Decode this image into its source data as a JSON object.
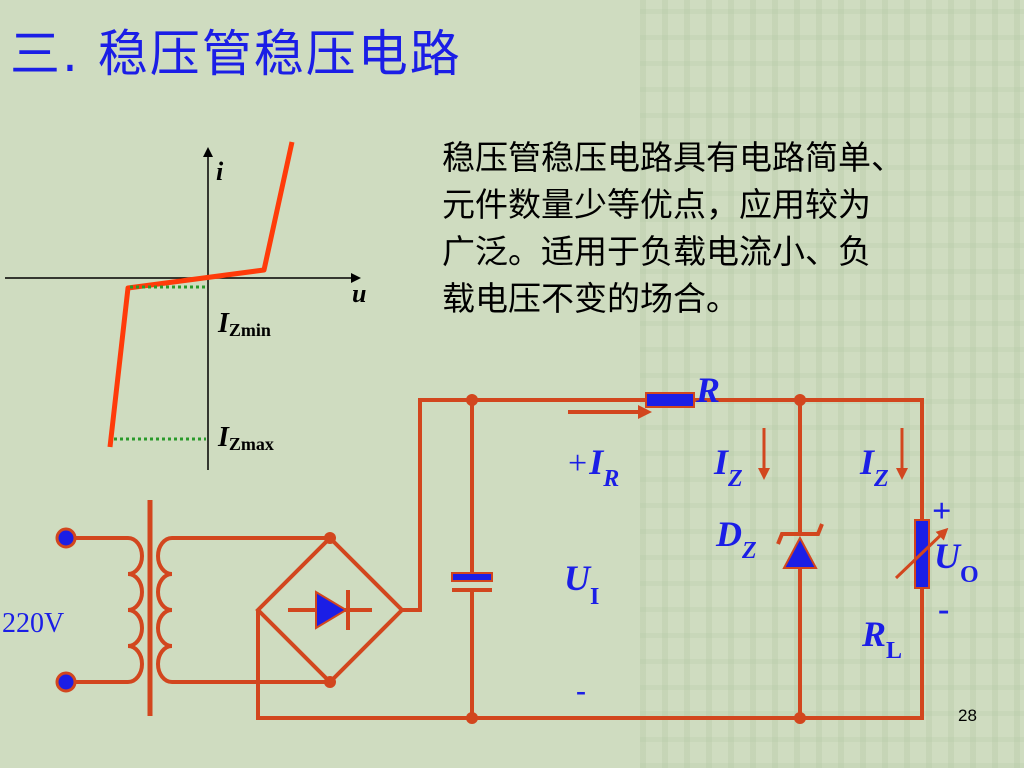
{
  "slide": {
    "title": "三.  稳压管稳压电路",
    "description_lines": [
      "稳压管稳压电路具有电路简单、",
      "元件数量少等优点，应用较为",
      "广泛。适用于负载电流小、负",
      "载电压不变的场合。"
    ],
    "page_number": "28"
  },
  "iv_curve": {
    "y_axis_label": "i",
    "x_axis_label": "u",
    "izmin_main": "I",
    "izmin_sub": "Zmin",
    "izmax_main": "I",
    "izmax_sub": "Zmax"
  },
  "circuit": {
    "source_label": "220V",
    "r_label": "R",
    "ir_plus": "+",
    "ir_main": "I",
    "ir_sub": "R",
    "iz1_main": "I",
    "iz1_sub": "Z",
    "iz2_main": "I",
    "iz2_sub": "Z",
    "dz_main": "D",
    "dz_sub": "Z",
    "ui_main": "U",
    "ui_sub": "I",
    "ui_minus": "-",
    "uo_plus": "+",
    "uo_main": "U",
    "uo_sub": "O",
    "uo_minus": "-",
    "rl_main": "R",
    "rl_sub": "L"
  },
  "colors": {
    "title": "#1b1ee6",
    "wire": "#d2461e",
    "curve": "#ff3b0a",
    "dotted": "#2a9a2a",
    "component_fill": "#1b1ee6",
    "background": "#cfdcc0"
  }
}
